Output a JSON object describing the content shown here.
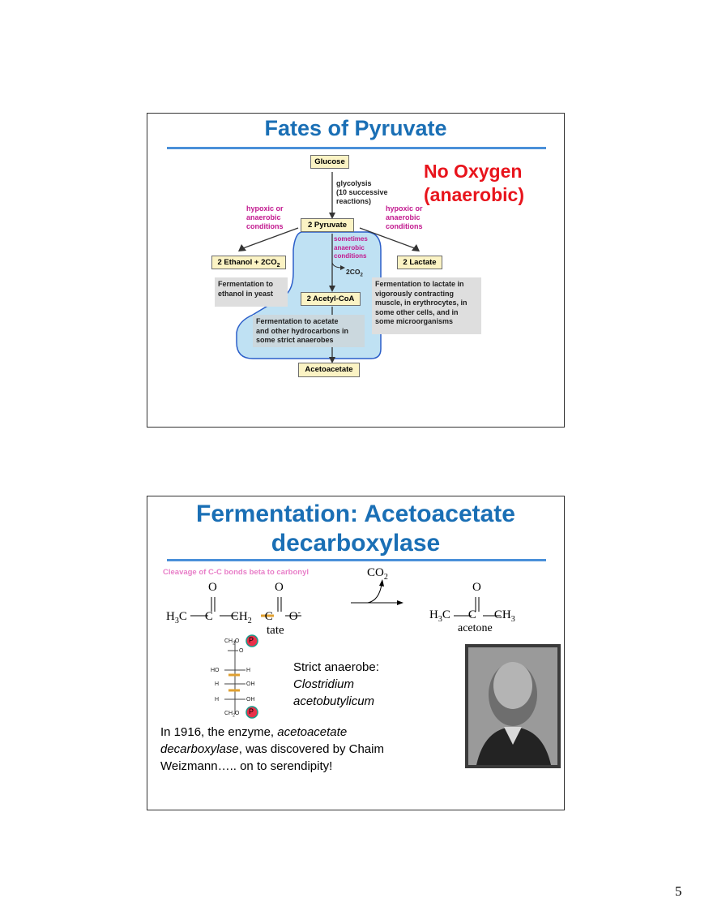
{
  "slide1": {
    "title": "Fates of Pyruvate",
    "no_oxygen_line1": "No Oxygen",
    "no_oxygen_line2": "(anaerobic)",
    "glucose": "Glucose",
    "glycolysis_note": [
      "glycolysis",
      "(10 successive",
      "reactions)"
    ],
    "hypoxic_left": [
      "hypoxic or",
      "anaerobic",
      "conditions"
    ],
    "hypoxic_right": [
      "hypoxic or",
      "anaerobic",
      "conditions"
    ],
    "pyruvate": "2 Pyruvate",
    "sometimes": [
      "sometimes",
      "anaerobic",
      "conditions"
    ],
    "co2_label": "2CO",
    "co2_sub": "2",
    "ethanol": "2 Ethanol + 2CO",
    "ethanol_sub": "2",
    "lactate": "2 Lactate",
    "ferment_ethanol": [
      "Fermentation to",
      "ethanol in yeast"
    ],
    "acetyl": "2 Acetyl-CoA",
    "ferment_lactate": [
      "Fermentation to lactate in",
      "vigorously contracting",
      "muscle, in erythrocytes, in",
      "some other cells, and in",
      "some microorganisms"
    ],
    "ferment_acetate": [
      "Fermentation to acetate",
      "and other hydrocarbons in",
      "some strict anaerobes"
    ],
    "acetoacetate": "Acetoacetate"
  },
  "slide2": {
    "title_line1": "Fermentation:  Acetoacetate",
    "title_line2": "decarboxylase",
    "cleavage": "Cleavage of C-C bonds beta to carbonyl",
    "co2": "CO",
    "co2_sub": "2",
    "acetone": "acetone",
    "acetoacetate_partial": "tate",
    "strict_anaerobe": "Strict anaerobe:",
    "organism_line1": "Clostridium",
    "organism_line2": "acetobutylicum",
    "para_prefix": "In 1916, the enzyme, ",
    "para_enzyme_a": "acetoacetate",
    "para_enzyme_b": "decarboxylase",
    "para_mid": ", was discovered by Chaim",
    "para_end": "Weizmann….. on to serendipity!",
    "sugar_labels": {
      "ch2o": "CH",
      "o": "O",
      "ho": "HO",
      "h": "H",
      "oh": "OH",
      "p": "P"
    }
  },
  "page_number": "5",
  "colors": {
    "title_blue": "#1a6fb5",
    "red": "#e8141c",
    "magenta": "#c2198f",
    "cream": "#fbf3c4",
    "blue_region": "#bfe1f3"
  }
}
